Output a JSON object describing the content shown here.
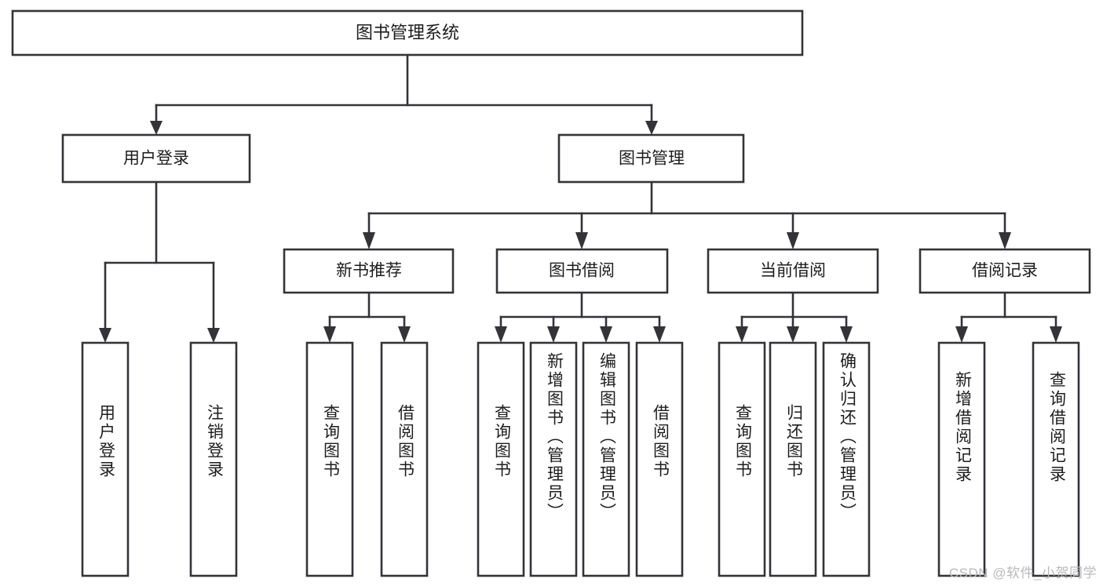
{
  "diagram": {
    "type": "tree-hierarchy",
    "orientation": "top-down",
    "root": {
      "label": "图书管理系统"
    },
    "level2": [
      {
        "label": "用户登录"
      },
      {
        "label": "图书管理"
      }
    ],
    "level3": [
      {
        "label": "新书推荐",
        "parent": "图书管理"
      },
      {
        "label": "图书借阅",
        "parent": "图书管理"
      },
      {
        "label": "当前借阅",
        "parent": "图书管理"
      },
      {
        "label": "借阅记录",
        "parent": "图书管理"
      }
    ],
    "leaves": {
      "user_login": [
        "用户登录",
        "注销登录"
      ],
      "new_book_recommend": [
        "查询图书",
        "借阅图书"
      ],
      "book_borrow": [
        "查询图书",
        "新增图书（管理员）",
        "编辑图书（管理员）",
        "借阅图书"
      ],
      "current_borrow": [
        "查询图书",
        "归还图书",
        "确认归还（管理员）"
      ],
      "borrow_record": [
        "新增借阅记录",
        "查询借阅记录"
      ]
    }
  },
  "watermark": {
    "text": "CSDN @软件_小贺同学"
  },
  "colors": {
    "stroke": "#33333a",
    "box_fill": "#ffffff",
    "text": "#1d1d20",
    "watermark": "#b9b9bd",
    "background": "#ffffff"
  }
}
